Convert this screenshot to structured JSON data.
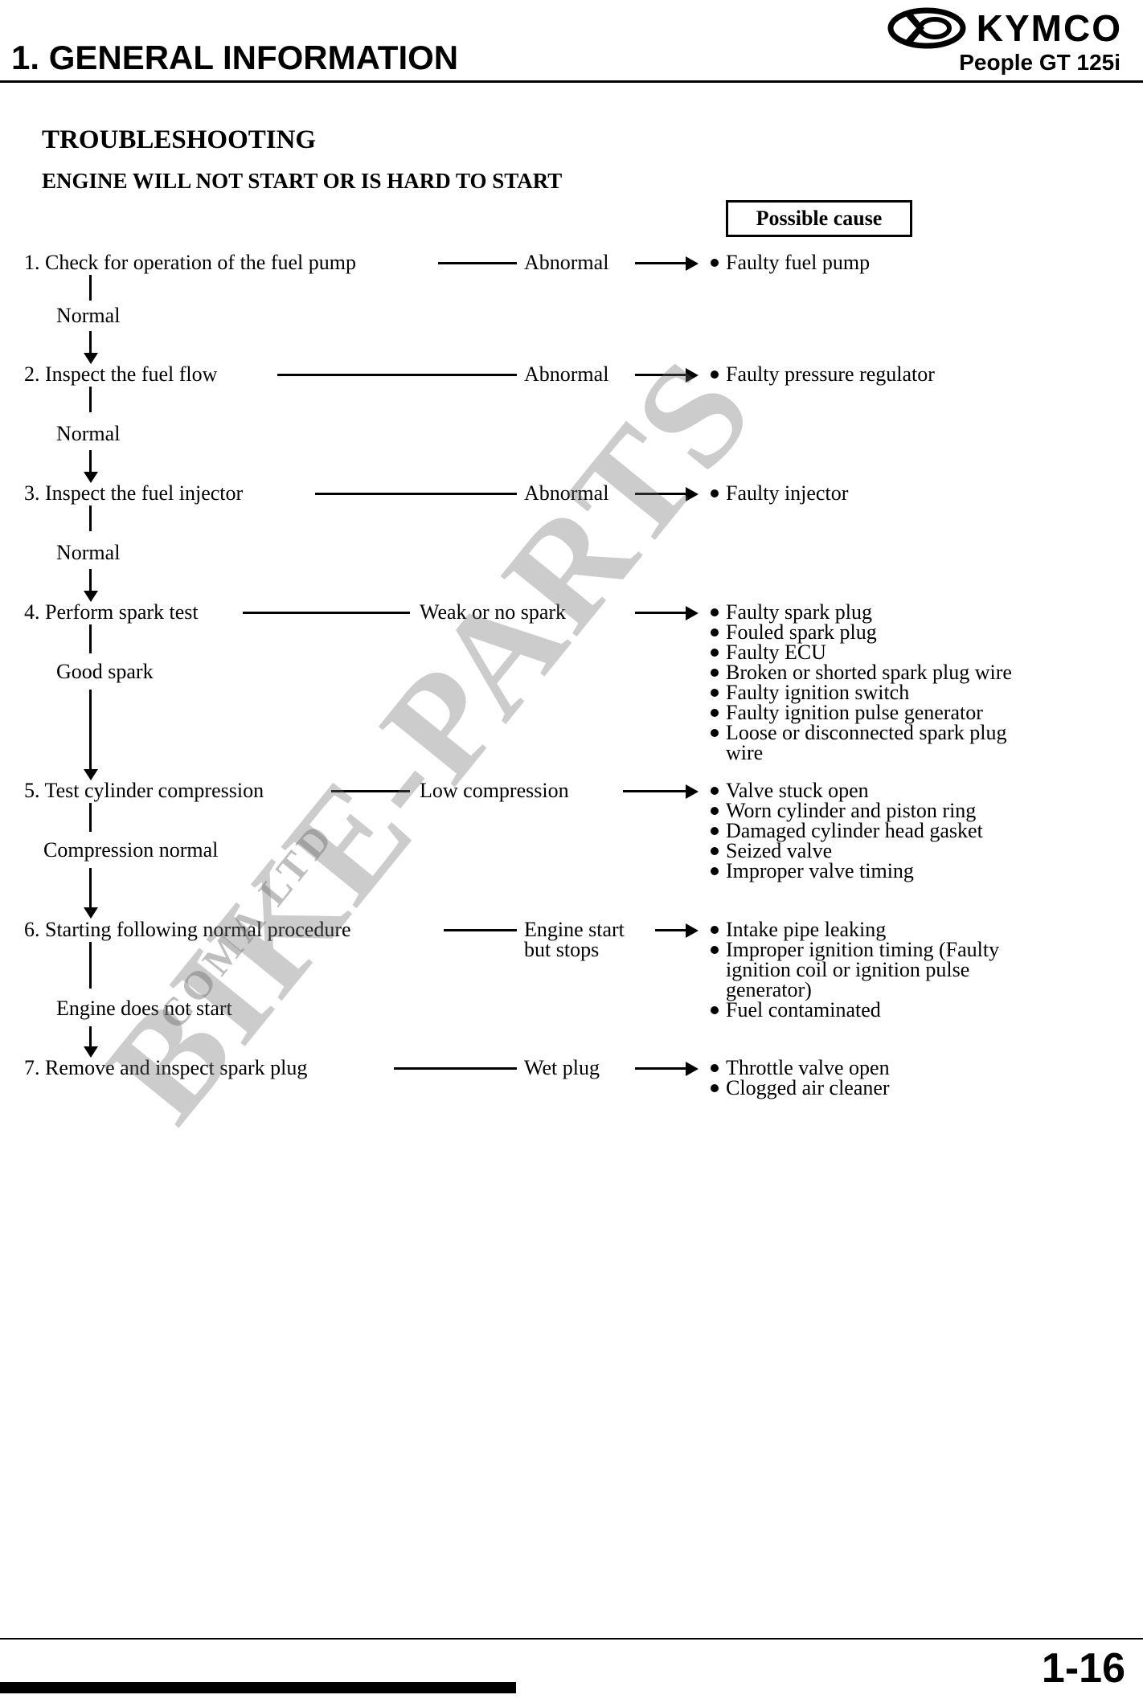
{
  "header": {
    "section_title": "1. GENERAL INFORMATION",
    "brand": "KYMCO",
    "model": "People GT 125i"
  },
  "troubleshooting": {
    "title": "TROUBLESHOOTING",
    "subtitle": "ENGINE WILL NOT START OR IS HARD TO START",
    "possible_cause_label": "Possible cause",
    "steps": [
      {
        "label": "1. Check for operation of the fuel pump",
        "condition": [
          "Abnormal"
        ],
        "proceed": "Normal",
        "causes": [
          [
            "Faulty fuel pump"
          ]
        ]
      },
      {
        "label": "2. Inspect the fuel flow",
        "condition": [
          "Abnormal"
        ],
        "proceed": "Normal",
        "causes": [
          [
            "Faulty pressure regulator"
          ]
        ]
      },
      {
        "label": "3. Inspect the fuel injector",
        "condition": [
          "Abnormal"
        ],
        "proceed": "Normal",
        "causes": [
          [
            "Faulty injector"
          ]
        ]
      },
      {
        "label": "4. Perform spark test",
        "condition": [
          "Weak or no spark"
        ],
        "proceed": "Good spark",
        "causes": [
          [
            "Faulty spark plug"
          ],
          [
            "Fouled spark plug"
          ],
          [
            "Faulty ECU"
          ],
          [
            "Broken or shorted spark plug wire"
          ],
          [
            "Faulty ignition switch"
          ],
          [
            "Faulty ignition pulse generator"
          ],
          [
            "Loose or disconnected spark plug",
            "wire"
          ]
        ]
      },
      {
        "label": "5. Test cylinder compression",
        "condition": [
          "Low compression"
        ],
        "proceed": "Compression normal",
        "causes": [
          [
            "Valve stuck open"
          ],
          [
            "Worn cylinder and piston ring"
          ],
          [
            "Damaged cylinder head gasket"
          ],
          [
            "Seized valve"
          ],
          [
            "Improper valve timing"
          ]
        ]
      },
      {
        "label": "6. Starting following normal procedure",
        "condition": [
          "Engine start",
          "but stops"
        ],
        "proceed": "Engine does not start",
        "causes": [
          [
            "Intake pipe leaking"
          ],
          [
            "Improper ignition timing (Faulty",
            "ignition coil or ignition pulse",
            "generator)"
          ],
          [
            "Fuel contaminated"
          ]
        ]
      },
      {
        "label": "7. Remove and inspect spark plug",
        "condition": [
          "Wet plug"
        ],
        "proceed": "",
        "causes": [
          [
            "Throttle valve open"
          ],
          [
            "Clogged air cleaner"
          ]
        ]
      }
    ]
  },
  "watermark": {
    "line1": "BIKE-PARTS",
    "line2": "COMA LTD"
  },
  "footer": {
    "page_number": "1-16"
  }
}
